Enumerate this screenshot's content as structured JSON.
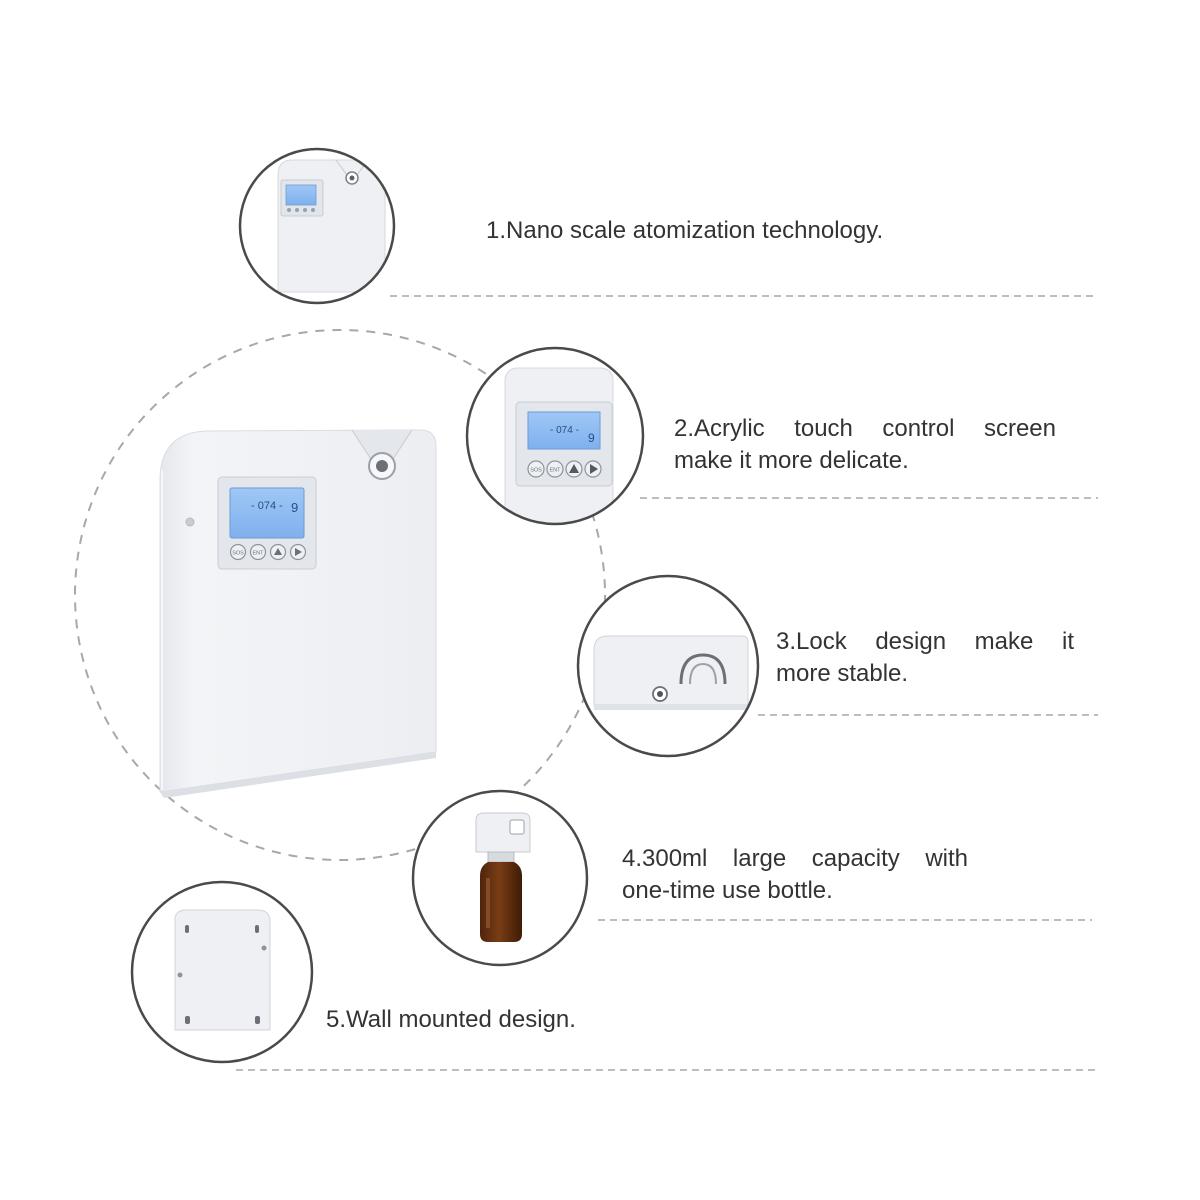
{
  "colors": {
    "circle_stroke": "#4a4a4a",
    "dash_line": "#bdbdbd",
    "product_body": "#eef0f3",
    "screen_blue": "#8fbcf2",
    "bottle_amber": "#6a3413",
    "text": "#333333"
  },
  "features": [
    {
      "lines": [
        "1.Nano scale atomization technology."
      ]
    },
    {
      "lines": [
        "2.Acrylic touch control screen",
        "make it more delicate."
      ]
    },
    {
      "lines": [
        "3.Lock design make it",
        "more stable."
      ]
    },
    {
      "lines": [
        "4.300ml large capacity with",
        "one-time use bottle."
      ]
    },
    {
      "lines": [
        "5.Wall mounted design."
      ]
    }
  ],
  "display": {
    "reading": "074",
    "digit": "9"
  },
  "buttons": [
    {
      "label": "SOS",
      "icon": "sos-label"
    },
    {
      "label": "ENT",
      "icon": "enter-label"
    },
    {
      "label": "",
      "icon": "up-triangle-icon"
    },
    {
      "label": "",
      "icon": "right-triangle-icon"
    }
  ]
}
